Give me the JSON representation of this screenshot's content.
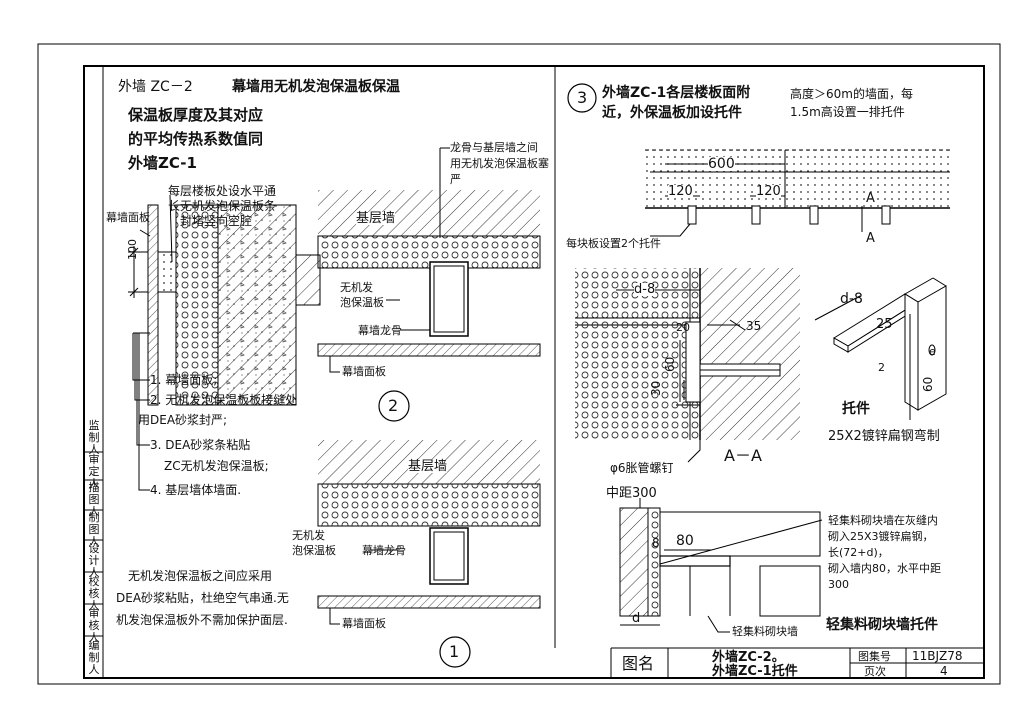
{
  "title_block": {
    "label": "图名",
    "name_line1": "外墙ZC-2。",
    "name_line2": "外墙ZC-1托件",
    "atlas_label": "图集号",
    "atlas_no": "11BJZ78",
    "page_label": "页次",
    "page_no": "4"
  },
  "sidebar": [
    "编制人",
    "审核人",
    "校核人",
    "设计人",
    "制图人",
    "描图人",
    "审定人",
    "监制人"
  ],
  "left": {
    "heading_prefix": "外墙 ZC－2",
    "heading_title": "幕墙用无机发泡保温板保温",
    "note_line1": "保温板厚度及其对应",
    "note_line2": "的平均传热系数值同",
    "note_line3": "外墙ZC-1",
    "callout_panel": "幕墙面板",
    "callout_strip_1": "每层楼板处设水平通",
    "callout_strip_2": "长无机发泡保温板条",
    "callout_strip_3": "封堵竖向空腔",
    "dim_100": "100",
    "list_1": "1. 幕墙面板;",
    "list_2a": "2. 无机发泡保温板板接缝处",
    "list_2b": "用DEA砂浆封严;",
    "list_3a": "3. DEA砂浆条粘贴",
    "list_3b": "ZC无机发泡保温板;",
    "list_4": "4. 基层墙体墙面.",
    "bottom_note_1": "无机发泡保温板之间应采用",
    "bottom_note_2": "DEA砂浆粘贴，杜绝空气串通.无",
    "bottom_note_3": "机发泡保温板外不需加保护面层."
  },
  "detail2": {
    "callout_1": "龙骨与基层墙之间",
    "callout_2": "用无机发泡保温板塞",
    "callout_3": "严",
    "base_wall": "基层墙",
    "insul_1": "无机发",
    "insul_2": "泡保温板",
    "keel": "幕墙龙骨",
    "panel": "幕墙面板",
    "number": "2"
  },
  "detail1": {
    "base_wall": "基层墙",
    "insul_1": "无机发",
    "insul_2": "泡保温板",
    "keel": "幕墙龙骨",
    "panel": "幕墙面板",
    "number": "1"
  },
  "right": {
    "number": "3",
    "heading_line1": "外墙ZC-1各层楼板面附",
    "heading_line2": "近，外保温板加设托件",
    "note_line1": "高度＞60m的墙面，每",
    "note_line2": "1.5m高设置一排托件",
    "dim_600": "600",
    "dim_120a": "120",
    "dim_120b": "120",
    "sec_a1": "A",
    "sec_a2": "A",
    "bracket_note": "每块板设置2个托件",
    "sec_d8": "d-8",
    "sec_35": "35",
    "sec_20": "20",
    "sec_60": "60",
    "sec_30": "30",
    "section_title": "A－A",
    "bolt_note": "φ6胀管螺钉",
    "iso_d8": "d-8",
    "iso_25": "25",
    "iso_2": "2",
    "iso_60": "60",
    "iso_hole": "e",
    "bracket_title": "托件",
    "bracket_spec": "25X2镀锌扁钢弯制",
    "block_spacing": "中距300",
    "block_8": "8",
    "block_80": "80",
    "block_d": "d",
    "block_note_1": "轻集料砌块墙在灰缝内",
    "block_note_2": "砌入25X3镀锌扁钢，",
    "block_note_3": "长(72+d)，",
    "block_note_4": "砌入墙内80，水平中距",
    "block_note_5": "300",
    "block_wall": "轻集料砌块墙",
    "block_title": "轻集料砌块墙托件"
  }
}
